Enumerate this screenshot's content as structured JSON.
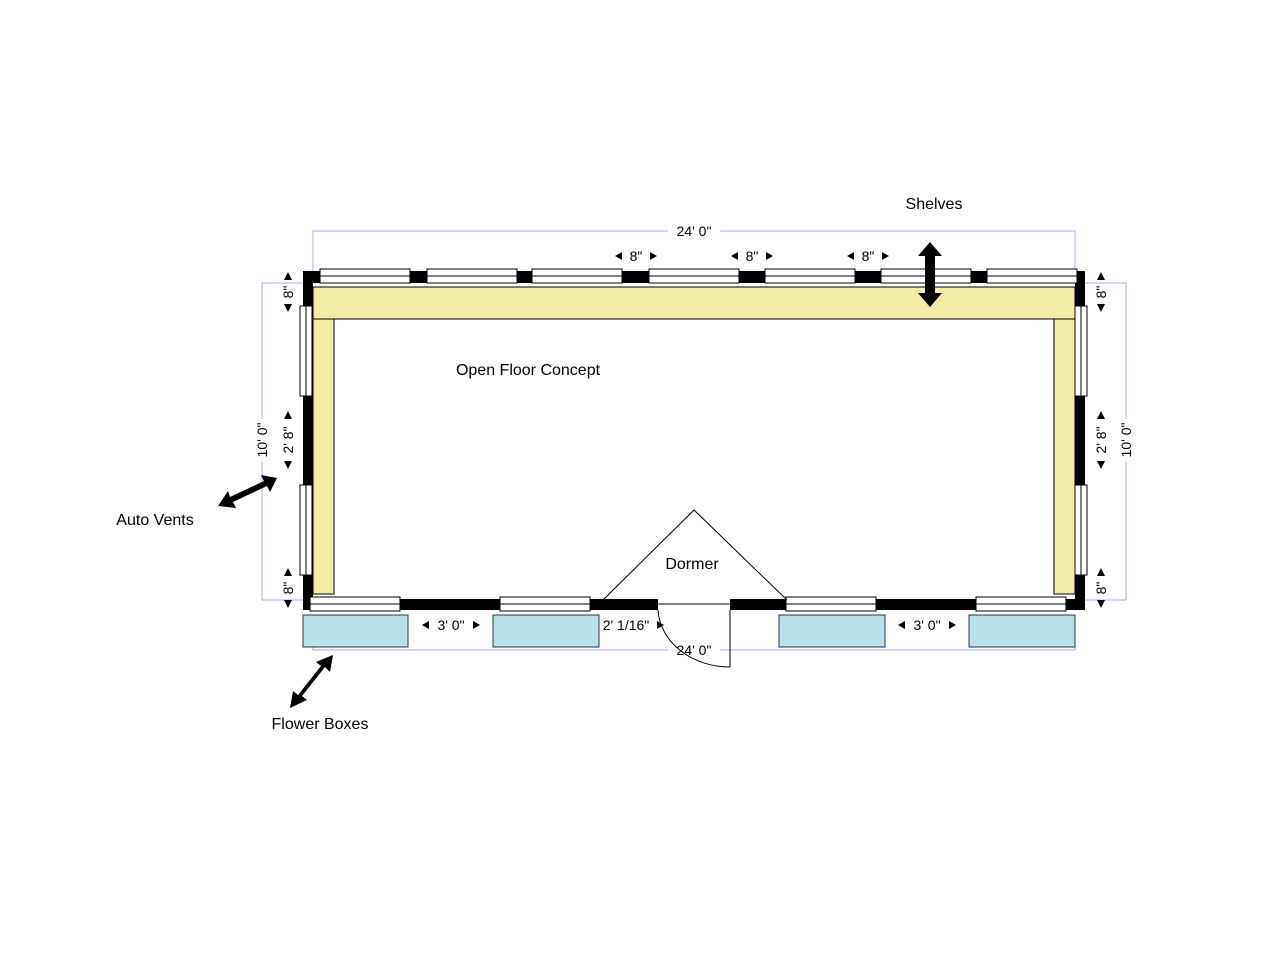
{
  "labels": {
    "shelves": "Shelves",
    "open_floor": "Open Floor Concept",
    "auto_vents": "Auto Vents",
    "dormer": "Dormer",
    "flower_boxes": "Flower Boxes"
  },
  "dimensions": {
    "top_length": "24' 0\"",
    "bottom_length": "24' 0\"",
    "left_width": "10' 0\"",
    "right_width": "10' 0\"",
    "top_gap_1": "8\"",
    "top_gap_2": "8\"",
    "top_gap_3": "8\"",
    "left_top": "8\"",
    "left_mid": "2' 8\"",
    "left_bottom": "8\"",
    "right_top": "8\"",
    "right_mid": "2' 8\"",
    "right_bottom": "8\"",
    "bottom_gap_left": "3' 0\"",
    "bottom_gap_right": "3' 0\"",
    "door": "2' 1/16\""
  },
  "colors": {
    "shelf": "#f5ecaa",
    "flower_box": "#b8e2ea",
    "dimension_line": "#a8a8f0"
  }
}
